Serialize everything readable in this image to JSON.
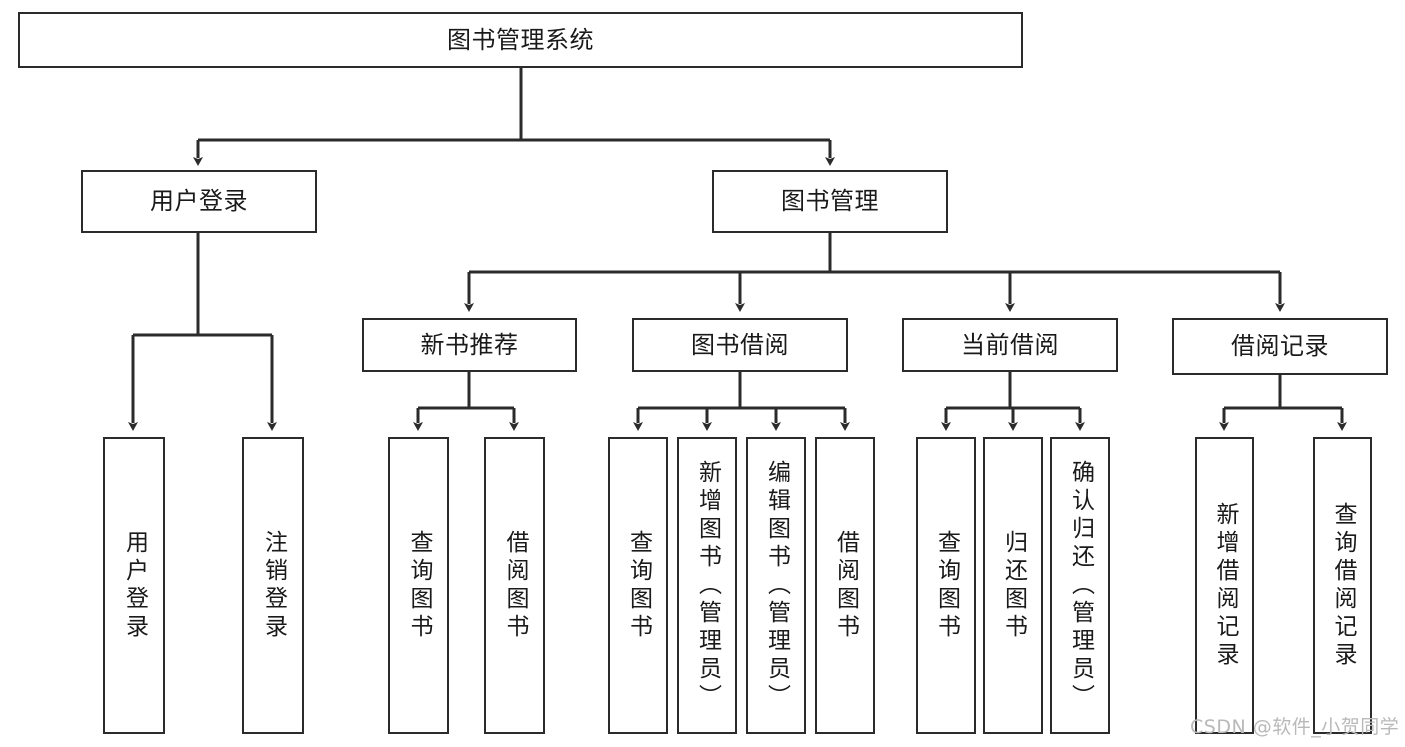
{
  "diagram": {
    "type": "tree-hierarchy",
    "title": "图书管理系统",
    "watermark": "CSDN @软件_小贺同学",
    "colors": {
      "stroke": "#2b2b2b",
      "fill": "#ffffff",
      "text": "#1a1a1a",
      "watermark": "#b9b9b9"
    },
    "nodes": {
      "root": {
        "label": "图书管理系统",
        "orientation": "horizontal"
      },
      "level2": [
        {
          "id": "user-login",
          "label": "用户登录",
          "orientation": "horizontal"
        },
        {
          "id": "book-manage",
          "label": "图书管理",
          "orientation": "horizontal"
        }
      ],
      "level3": [
        {
          "id": "new-book-recommend",
          "label": "新书推荐",
          "orientation": "horizontal"
        },
        {
          "id": "book-borrow",
          "label": "图书借阅",
          "orientation": "horizontal"
        },
        {
          "id": "current-borrow",
          "label": "当前借阅",
          "orientation": "horizontal"
        },
        {
          "id": "borrow-record",
          "label": "借阅记录",
          "orientation": "horizontal"
        }
      ],
      "leaves": {
        "user-login": [
          {
            "id": "leaf-user-login",
            "label": "用户登录",
            "orientation": "vertical"
          },
          {
            "id": "leaf-logout-login",
            "label": "注销登录",
            "orientation": "vertical"
          }
        ],
        "new-book-recommend": [
          {
            "id": "leaf-query-book-1",
            "label": "查询图书",
            "orientation": "vertical"
          },
          {
            "id": "leaf-borrow-book-1",
            "label": "借阅图书",
            "orientation": "vertical"
          }
        ],
        "book-borrow": [
          {
            "id": "leaf-query-book-2",
            "label": "查询图书",
            "orientation": "vertical"
          },
          {
            "id": "leaf-add-book",
            "label": "新增图书（管理员）",
            "orientation": "vertical"
          },
          {
            "id": "leaf-edit-book",
            "label": "编辑图书（管理员）",
            "orientation": "vertical"
          },
          {
            "id": "leaf-borrow-book-2",
            "label": "借阅图书",
            "orientation": "vertical"
          }
        ],
        "current-borrow": [
          {
            "id": "leaf-query-book-3",
            "label": "查询图书",
            "orientation": "vertical"
          },
          {
            "id": "leaf-return-book",
            "label": "归还图书",
            "orientation": "vertical"
          },
          {
            "id": "leaf-confirm-return",
            "label": "确认归还（管理员）",
            "orientation": "vertical"
          }
        ],
        "borrow-record": [
          {
            "id": "leaf-add-record",
            "label": "新增借阅记录",
            "orientation": "vertical"
          },
          {
            "id": "leaf-query-record",
            "label": "查询借阅记录",
            "orientation": "vertical"
          }
        ]
      }
    }
  }
}
